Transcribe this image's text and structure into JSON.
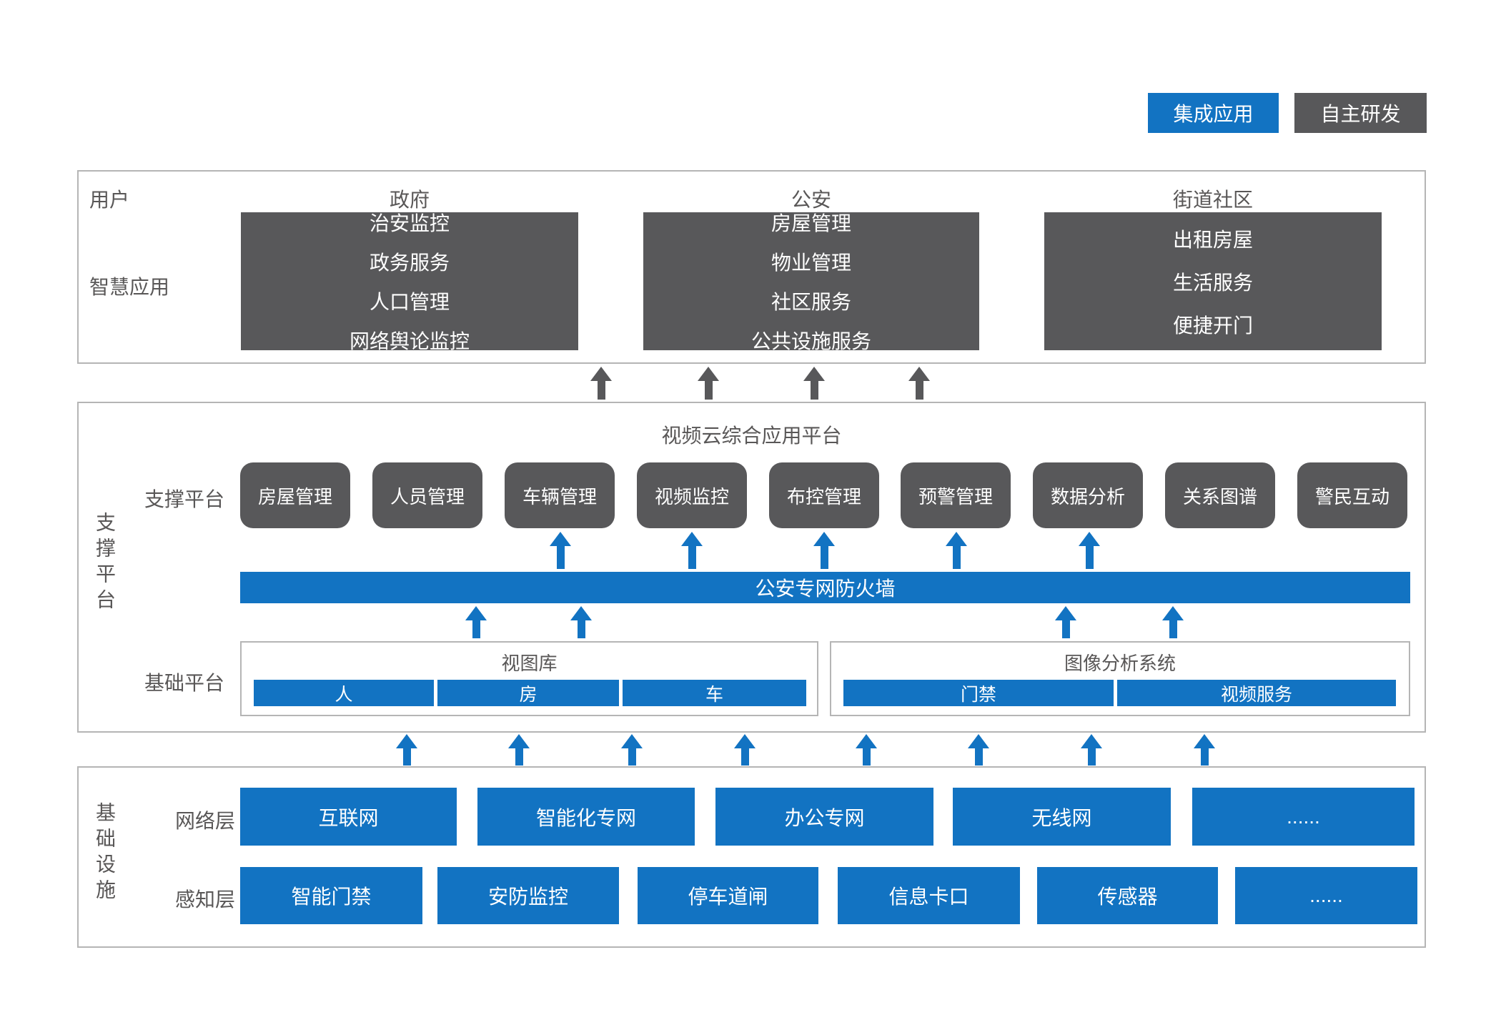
{
  "legend": {
    "integrated_label": "集成应用",
    "self_developed_label": "自主研发"
  },
  "colors": {
    "blue": "#1273C2",
    "dark_gray": "#58585A",
    "border_gray": "#B5B5B5"
  },
  "users_section": {
    "user_row_label": "用户",
    "app_row_label": "智慧应用",
    "columns": [
      {
        "header": "政府",
        "items": [
          "治安监控",
          "政务服务",
          "人口管理",
          "网络舆论监控"
        ]
      },
      {
        "header": "公安",
        "items": [
          "房屋管理",
          "物业管理",
          "社区服务",
          "公共设施服务"
        ]
      },
      {
        "header": "街道社区",
        "items": [
          "出租房屋",
          "生活服务",
          "便捷开门"
        ]
      }
    ]
  },
  "platform_section": {
    "side_label": "支撑平台",
    "title": "视频云综合应用平台",
    "support_row_label": "支撑平台",
    "modules": [
      "房屋管理",
      "人员管理",
      "车辆管理",
      "视频监控",
      "布控管理",
      "预警管理",
      "数据分析",
      "关系图谱",
      "警民互动"
    ],
    "firewall_label": "公安专网防火墙",
    "base_row_label": "基础平台",
    "view_library": {
      "title": "视图库",
      "items": [
        "人",
        "房",
        "车"
      ]
    },
    "image_analysis": {
      "title": "图像分析系统",
      "items": [
        "门禁",
        "视频服务"
      ]
    }
  },
  "infrastructure_section": {
    "side_label": "基础设施",
    "network_row_label": "网络层",
    "network_items": [
      "互联网",
      "智能化专网",
      "办公专网",
      "无线网",
      "......"
    ],
    "sensing_row_label": "感知层",
    "sensing_items": [
      "智能门禁",
      "安防监控",
      "停车道闸",
      "信息卡口",
      "传感器",
      "......"
    ]
  }
}
